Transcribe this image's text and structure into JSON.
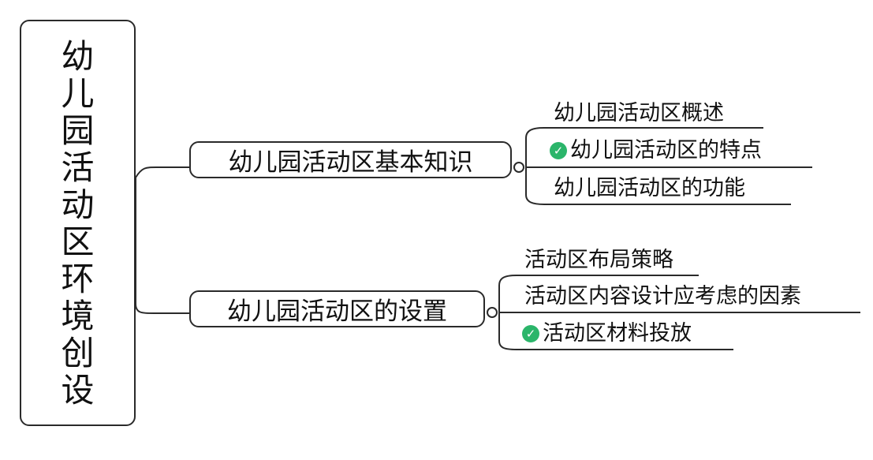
{
  "root": {
    "label": "幼儿园活动区环境创设"
  },
  "branches": [
    {
      "label": "幼儿园活动区基本知识",
      "children": [
        {
          "label": "幼儿园活动区概述",
          "checked": false
        },
        {
          "label": "幼儿园活动区的特点",
          "checked": true
        },
        {
          "label": "幼儿园活动区的功能",
          "checked": false
        }
      ]
    },
    {
      "label": "幼儿园活动区的设置",
      "children": [
        {
          "label": "活动区布局策略",
          "checked": false
        },
        {
          "label": "活动区内容设计应考虑的因素",
          "checked": false
        },
        {
          "label": "活动区材料投放",
          "checked": true
        }
      ]
    }
  ],
  "colors": {
    "line": "#2a2a2a",
    "check": "#2bb56a"
  },
  "icons": {
    "checked": "check-circle-icon",
    "collapse": "collapse-toggle-icon"
  }
}
